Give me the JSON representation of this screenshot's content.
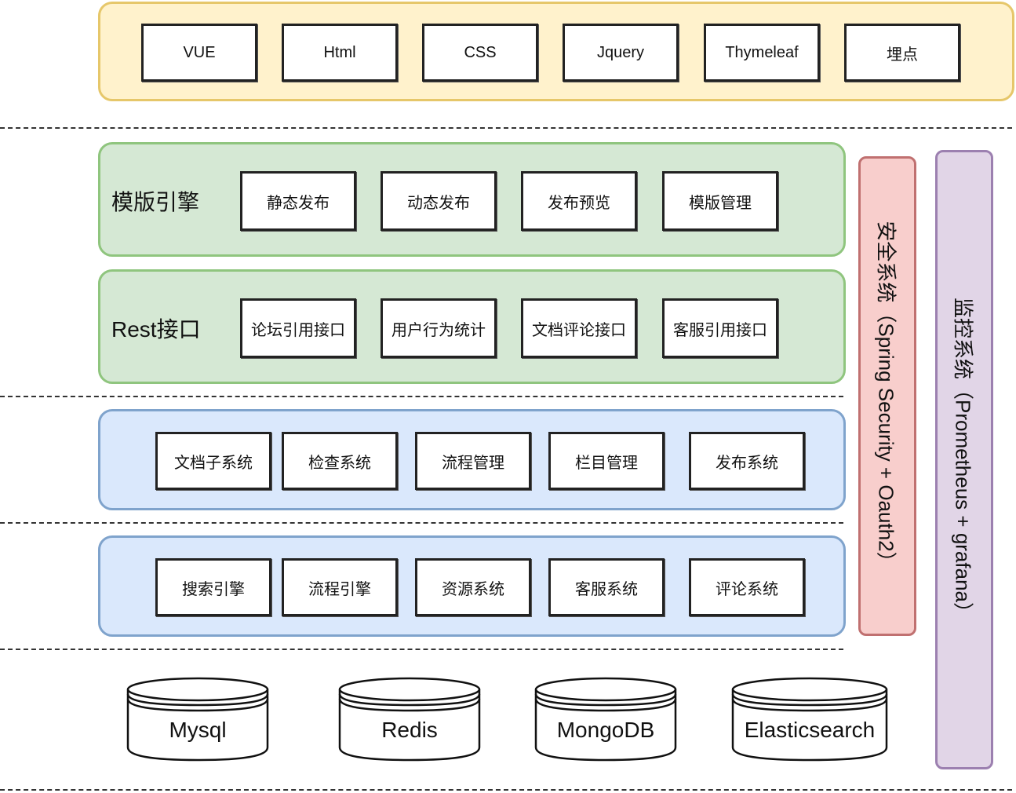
{
  "frontend_layer": {
    "items": [
      "VUE",
      "Html",
      "CSS",
      "Jquery",
      "Thymeleaf",
      "埋点"
    ]
  },
  "template_engine_layer": {
    "title": "模版引擎",
    "items": [
      "静态发布",
      "动态发布",
      "发布预览",
      "模版管理"
    ]
  },
  "rest_layer": {
    "title": "Rest接口",
    "items": [
      "论坛引用接口",
      "用户行为统计",
      "文档评论接口",
      "客服引用接口"
    ]
  },
  "business_layer": {
    "items": [
      "文档子系统",
      "检查系统",
      "流程管理",
      "栏目管理",
      "发布系统"
    ]
  },
  "core_layer": {
    "items": [
      "搜索引擎",
      "流程引擎",
      "资源系统",
      "客服系统",
      "评论系统"
    ]
  },
  "storage_layer": {
    "items": [
      "Mysql",
      "Redis",
      "MongoDB",
      "Elasticsearch"
    ]
  },
  "security_system": {
    "label": "安全系统（Spring Security + Oauth2）"
  },
  "monitoring_system": {
    "label": "监控系统（Prometheus + grafana）"
  },
  "colors": {
    "frontend_fill": "#fff2cc",
    "green_fill": "#d5e8d4",
    "blue_fill": "#dae8fc",
    "security_fill": "#f8cecc",
    "monitoring_fill": "#e1d5e7"
  }
}
